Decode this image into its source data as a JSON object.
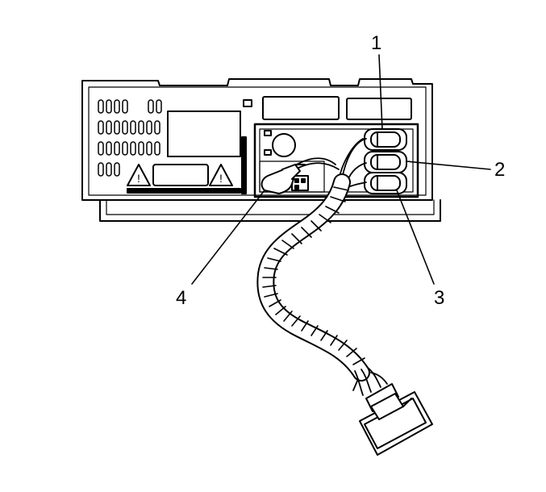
{
  "callouts": [
    {
      "id": "1",
      "label": "1"
    },
    {
      "id": "2",
      "label": "2"
    },
    {
      "id": "3",
      "label": "3"
    },
    {
      "id": "4",
      "label": "4"
    }
  ],
  "colors": {
    "line": "#000000",
    "fill": "#ffffff"
  }
}
